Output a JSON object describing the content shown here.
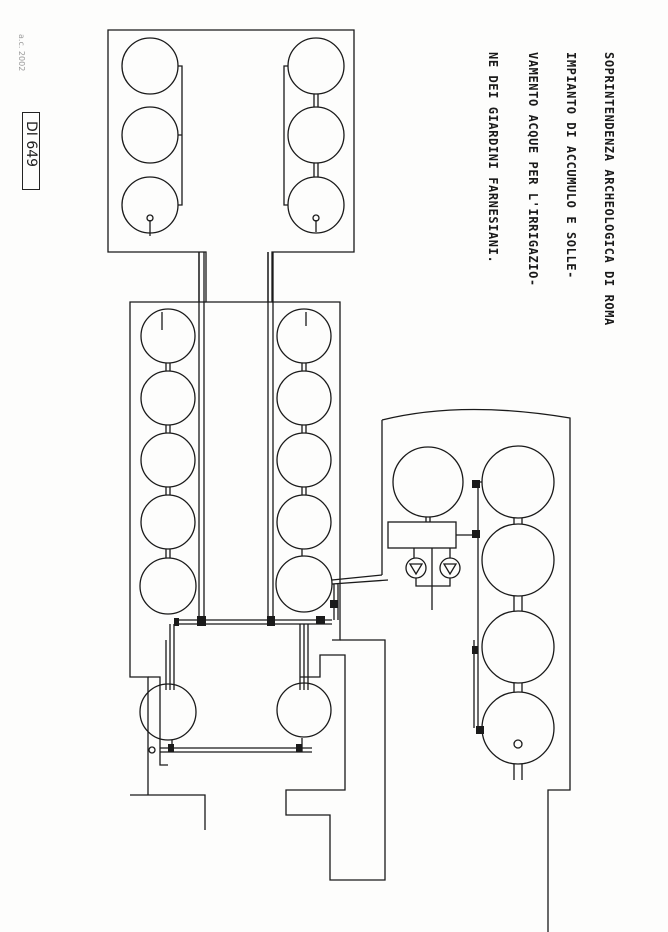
{
  "title_lines": [
    "SOPRINTENDENZA ARCHEOLOGICA DI ROMA",
    "IMPIANTO DI ACCUMULO E SOLLE-",
    "VAMENTO ACQUE PER L'IRRIGAZIO-",
    "NE DEI GIARDINI FARNESIANI."
  ],
  "drawing_code": "DI 649",
  "pencil_note": "a.c. 2002",
  "colors": {
    "line": "#1a1a1a",
    "paper": "#fdfdfc"
  }
}
